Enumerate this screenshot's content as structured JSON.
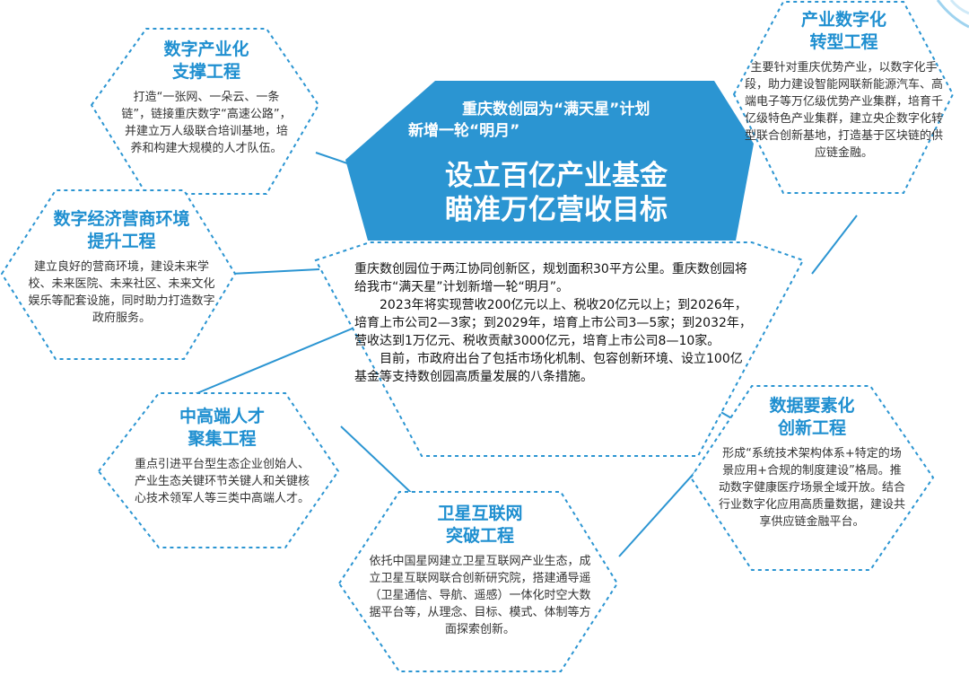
{
  "center": {
    "header_line1": "重庆数创园为“满天星”计划",
    "header_line2": "新增一轮“明月”",
    "title_line1": "设立百亿产业基金",
    "title_line2": "瞄准万亿营收目标",
    "paragraphs": [
      "重庆数创园位于两江协同创新区，规划面积30平方公里。重庆数创园将给我市“满天星”计划新增一轮“明月”。",
      "2023年将实现营收200亿元以上、税收20亿元以上；到2026年，培育上市公司2—3家；到2029年，培育上市公司3—5家；到2032年，营收达到1万亿元、税收贡献3000亿元，培育上市公司8—10家。",
      "目前，市政府出台了包括市场化机制、包容创新环境、设立100亿基金等支持数创园高质量发展的八条措施。"
    ]
  },
  "nodes": {
    "support": {
      "title_line1": "数字产业化",
      "title_line2": "支撑工程",
      "body": "打造“一张网、一朵云、一条链”，链接重庆数字“高速公路”，并建立万人级联合培训基地，培养和构建大规模的人才队伍。"
    },
    "transform": {
      "title_line1": "产业数字化",
      "title_line2": "转型工程",
      "body": "主要针对重庆优势产业，以数字化手段，助力建设智能网联新能源汽车、高端电子等万亿级优势产业集群，培育千亿级特色产业集群，建立央企数字化转型联合创新基地，打造基于区块链的供应链金融。"
    },
    "business": {
      "title_line1": "数字经济营商环境",
      "title_line2": "提升工程",
      "body": "建立良好的营商环境，建设未来学校、未来医院、未来社区、未来文化娱乐等配套设施，同时助力打造数字政府服务。"
    },
    "talent": {
      "title_line1": "中高端人才",
      "title_line2": "聚集工程",
      "body": "重点引进平台型生态企业创始人、产业生态关键环节关键人和关键核心技术领军人等三类中高端人才。"
    },
    "data": {
      "title_line1": "数据要素化",
      "title_line2": "创新工程",
      "body": "形成“系统技术架构体系+特定的场景应用+合规的制度建设”格局。推动数字健康医疗场景全域开放。结合行业数字化应用高质量数据，建设共享供应链金融平台。"
    },
    "satellite": {
      "title_line1": "卫星互联网",
      "title_line2": "突破工程",
      "body": "依托中国星网建立卫星互联网产业生态，成立卫星互联网联合创新研究院，搭建通导遥（卫星通信、导航、遥感）一体化时空大数据平台等，从理念、目标、模式、体制等方面探索创新。"
    }
  },
  "colors": {
    "accent": "#1f8fd0",
    "banner": "#2b95d2",
    "connector": "#2b95d2",
    "body_text": "#333333"
  }
}
